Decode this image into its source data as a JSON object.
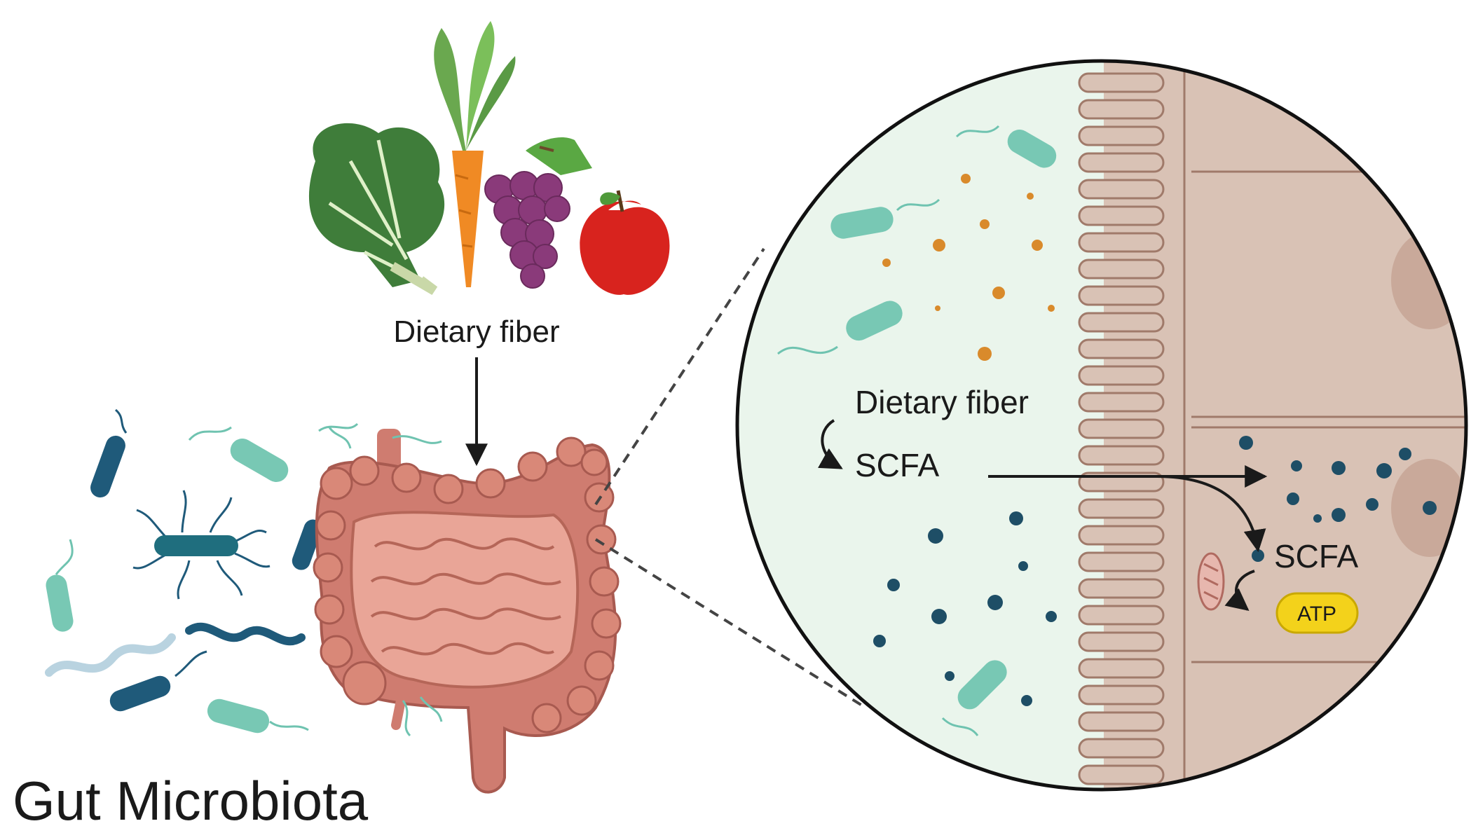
{
  "labels": {
    "food_fiber": "Dietary fiber",
    "gut_title": "Gut Microbiota",
    "zoom_fiber": "Dietary fiber",
    "zoom_scfa": "SCFA",
    "cell_scfa": "SCFA",
    "atp": "ATP"
  },
  "colors": {
    "lumen": "#eaf5ec",
    "epithelium": "#d9c2b5",
    "villus_border": "#a07a6a",
    "intestine": "#cf7c70",
    "intestine_inner": "#e29b8c",
    "bacteria_teal": "#6fc3b0",
    "bacteria_dark": "#1f5a7a",
    "fiber_particle": "#d98a2b",
    "scfa_particle": "#1e4e66",
    "atp_fill": "#f3d21b"
  },
  "icons": [
    "leafy-greens-icon",
    "carrot-icon",
    "grapes-icon",
    "apple-icon"
  ]
}
